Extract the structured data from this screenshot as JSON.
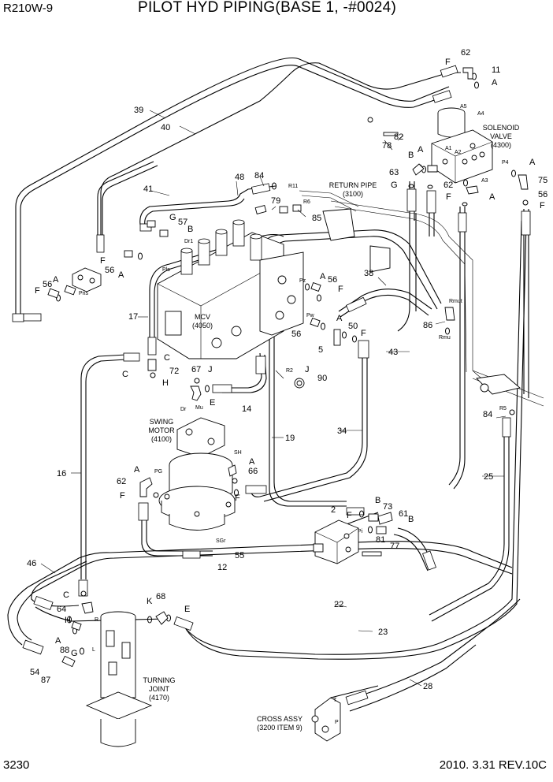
{
  "header": {
    "model": "R210W-9",
    "title": "PILOT HYD PIPING(BASE 1, -#0024)",
    "page_number": "3230",
    "revision": "2010. 3.31  REV.10C"
  },
  "components": {
    "solenoid_valve": [
      "SOLENOID",
      "VALVE",
      "(4300)"
    ],
    "return_pipe": [
      "RETURN PIPE",
      "(3100)"
    ],
    "mcv": [
      "MCV",
      "(4050)"
    ],
    "swing_motor": [
      "SWING",
      "MOTOR",
      "(4100)"
    ],
    "turning_joint": [
      "TURNING",
      "JOINT",
      "(4170)"
    ],
    "cross_assy": [
      "CROSS ASSY",
      "(3200 ITEM 9)"
    ]
  },
  "callouts": {
    "n62a": "62",
    "n11": "11",
    "Fa": "F",
    "Aa": "A",
    "n39": "39",
    "n40": "40",
    "n82": "82",
    "n78": "78",
    "Ba": "B",
    "Ab": "A",
    "n63": "63",
    "Ga": "G",
    "n62b": "62",
    "Fb": "F",
    "Ac": "A",
    "Ad": "A",
    "n75": "75",
    "n56a": "56",
    "Fc": "F",
    "n48": "48",
    "n84a": "84",
    "n41": "41",
    "n79": "79",
    "n85": "85",
    "Gb": "G",
    "n57": "57",
    "Bb": "B",
    "Fd": "F",
    "n56b": "56",
    "Ae": "A",
    "n56c": "56",
    "Af": "A",
    "Fe": "F",
    "n38": "38",
    "Ag": "A",
    "n56d": "56",
    "Ff": "F",
    "n86": "86",
    "n17": "17",
    "Ah": "A",
    "n56e": "56",
    "n50": "50",
    "Fg": "F",
    "n5": "5",
    "n43": "43",
    "Ca": "C",
    "Cb": "C",
    "n72": "72",
    "Ha": "H",
    "n67": "67",
    "Ja": "J",
    "Jb": "J",
    "n90": "90",
    "Ea": "E",
    "n14": "14",
    "n84b": "84",
    "n34": "34",
    "n19": "19",
    "n16": "16",
    "n25": "25",
    "Ai": "A",
    "n62c": "62",
    "Fh": "F",
    "Aj": "A",
    "n66": "66",
    "Fi": "F",
    "n2": "2",
    "Bc": "B",
    "n73": "73",
    "n61": "61",
    "Fj": "F",
    "Bd": "B",
    "n81": "81",
    "n77": "77",
    "n55": "55",
    "n12": "12",
    "n46": "46",
    "Cc": "C",
    "n68": "68",
    "K": "K",
    "Eb": "E",
    "n64": "64",
    "Hb": "H",
    "n22": "22",
    "n23": "23",
    "Ak": "A",
    "n88": "88",
    "Gc": "G",
    "n54": "54",
    "n87": "87",
    "n28": "28"
  },
  "port_labels": {
    "A5": "A5",
    "A4": "A4",
    "A1": "A1",
    "A2": "A2",
    "A3": "A3",
    "P4": "P4",
    "R11": "R11",
    "R6": "R6",
    "Dr1": "Dr1",
    "Pls": "Pls",
    "Pns": "Pns",
    "Pz": "Pz",
    "Pw": "Pw",
    "R2": "R2",
    "Rmut": "Rmut",
    "Rmu": "Rmu",
    "R5": "R5",
    "Dr": "Dr",
    "Mu": "Mu",
    "SH": "SH",
    "PG": "PG",
    "SGr": "SGr",
    "Pi": "Pi",
    "Rp": "R",
    "Lp": "L",
    "Tp": "T",
    "Pp": "P"
  },
  "icons": [
    "pilot-hose",
    "o-ring",
    "elbow-connector",
    "straight-connector",
    "plug"
  ]
}
